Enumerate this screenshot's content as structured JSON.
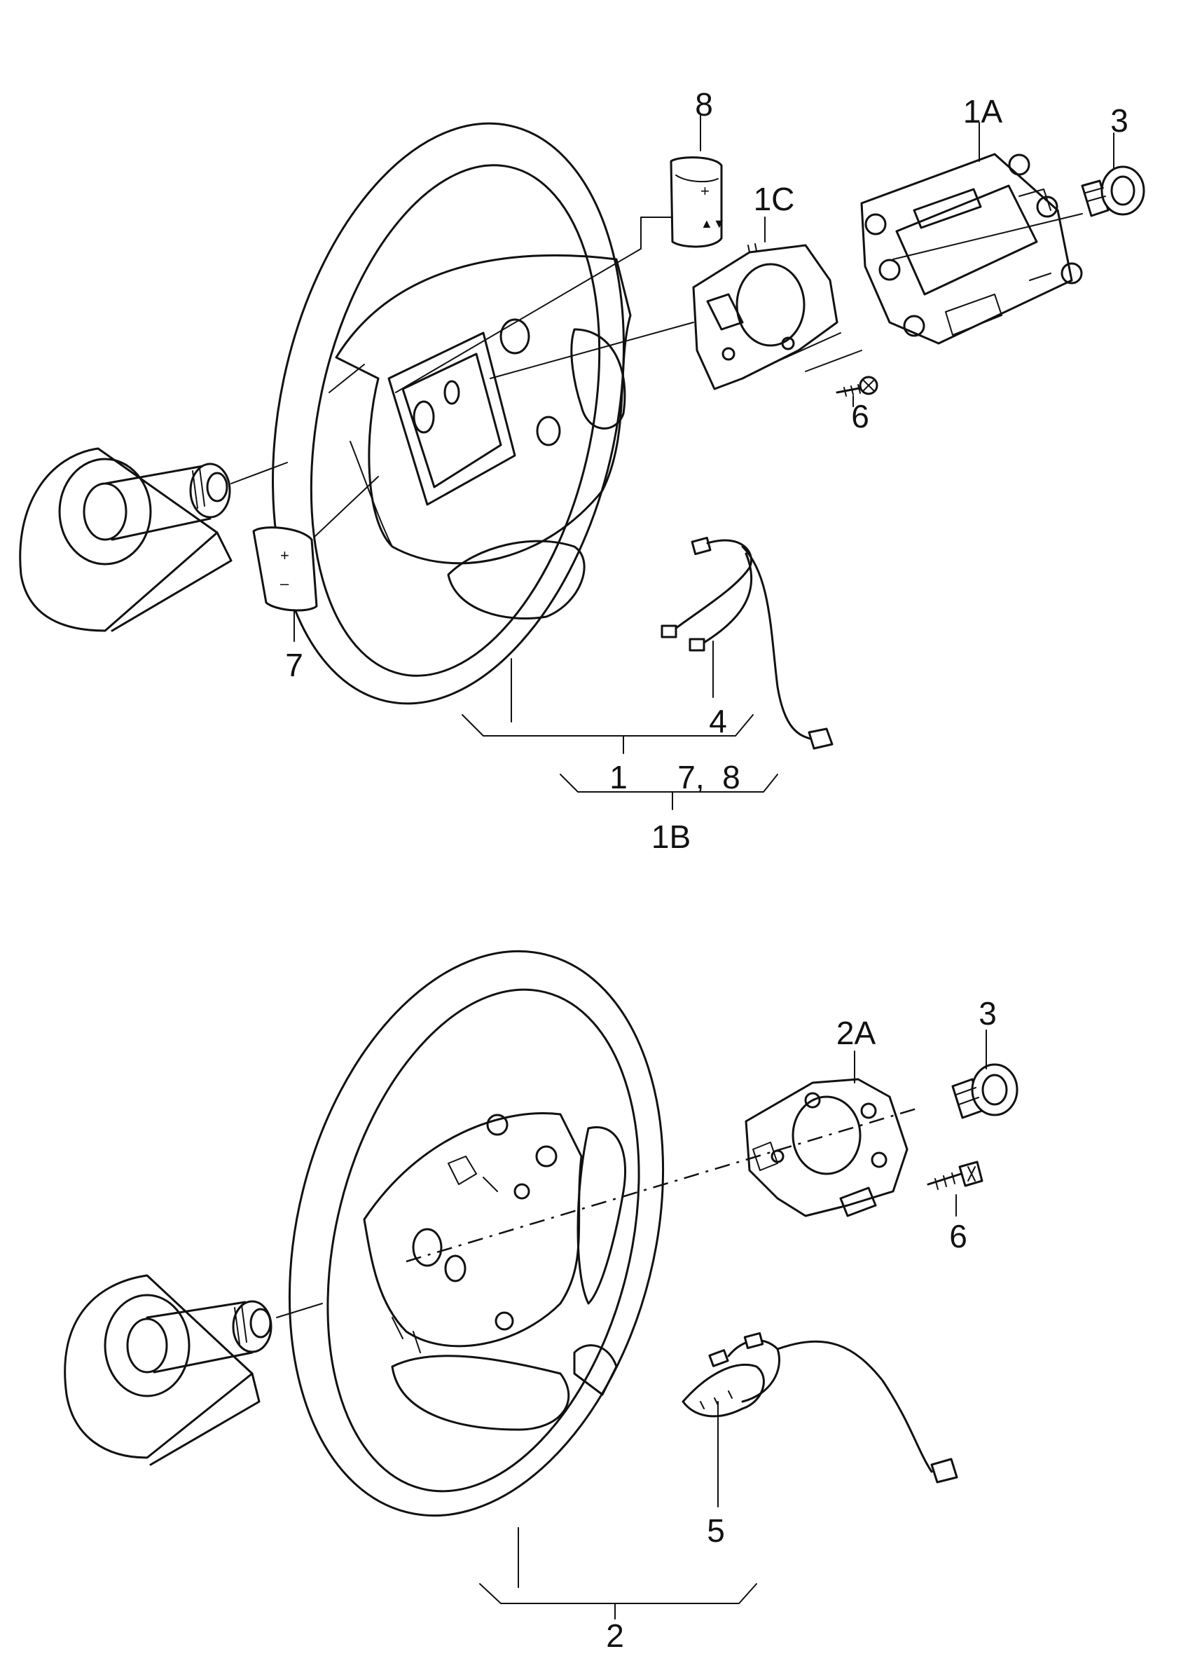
{
  "callouts": {
    "top": {
      "c8": "8",
      "c1A": "1A",
      "c3": "3",
      "c1C": "1C",
      "c6": "6",
      "c7": "7",
      "c4": "4",
      "c1": "1",
      "c78": "7,  8",
      "c1B": "1B"
    },
    "bottom": {
      "c3": "3",
      "c2A": "2A",
      "c6": "6",
      "c5": "5",
      "c2": "2"
    }
  },
  "icons": {
    "steering_column": "steering-column-icon",
    "steering_wheel": "steering-wheel-icon",
    "button_module": "multifunction-button-icon",
    "frame": "airbag-frame-icon",
    "bolt": "multipoint-bolt-icon",
    "screw": "screw-icon",
    "wiring": "wiring-harness-icon"
  }
}
